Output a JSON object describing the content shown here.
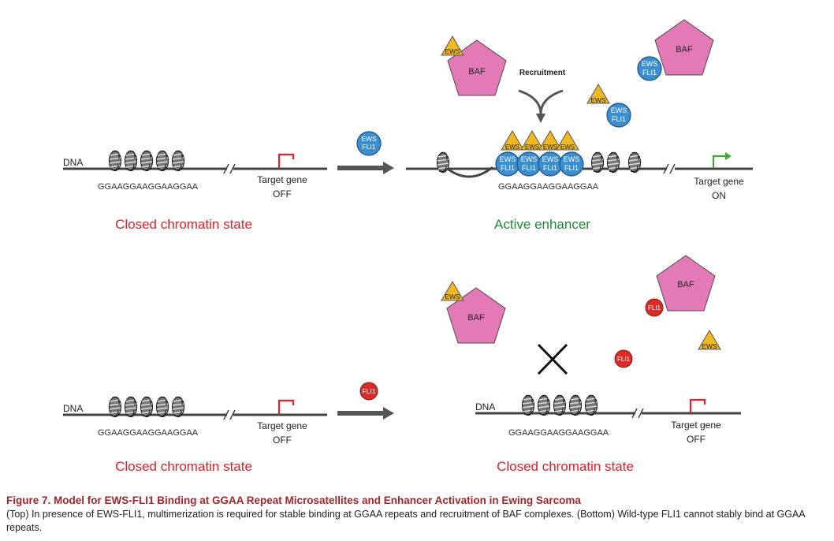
{
  "top": {
    "dna_label": "DNA",
    "seq_left": "GGAAGGAAGGAAGGAA",
    "target_left_1": "Target gene",
    "target_left_2": "OFF",
    "state_left": "Closed chromatin state",
    "arrow_protein": [
      "EWS",
      "FLI1"
    ],
    "seq_right": "GGAAGGAAGGAAGGAA",
    "target_right_1": "Target gene",
    "target_right_2": "ON",
    "state_right": "Active enhancer",
    "recruitment": "Recruitment",
    "baf": "BAF",
    "ews": "EWS",
    "fli1": "FLI1"
  },
  "bottom": {
    "dna_label_left": "DNA",
    "dna_label_right": "DNA",
    "seq_left": "GGAAGGAAGGAAGGAA",
    "seq_right": "GGAAGGAAGGAAGGAA",
    "target_left_1": "Target gene",
    "target_left_2": "OFF",
    "target_right_1": "Target gene",
    "target_right_2": "OFF",
    "state_left": "Closed chromatin state",
    "state_right": "Closed chromatin state",
    "arrow_protein": "FLI1",
    "baf": "BAF",
    "ews": "EWS",
    "fli1": "FLI1"
  },
  "colors": {
    "closed_state": "#e4202a",
    "active_state": "#1f8b3a",
    "baf_pink": "#e37ab7",
    "ews_gold": "#f0b823",
    "ews_fli1_blue": "#3a8fd1",
    "fli1_red": "#d92c26",
    "gene_on": "#3aa935",
    "gene_off": "#e4202a"
  },
  "caption": {
    "title": "Figure 7.  Model for EWS-FLI1 Binding at GGAA Repeat Microsatellites and Enhancer Activation in Ewing Sarcoma",
    "body": "(Top) In presence of EWS-FLI1, multimerization is required for stable binding at GGAA repeats and recruitment of BAF complexes. (Bottom) Wild-type FLI1 cannot stably bind at GGAA repeats."
  }
}
